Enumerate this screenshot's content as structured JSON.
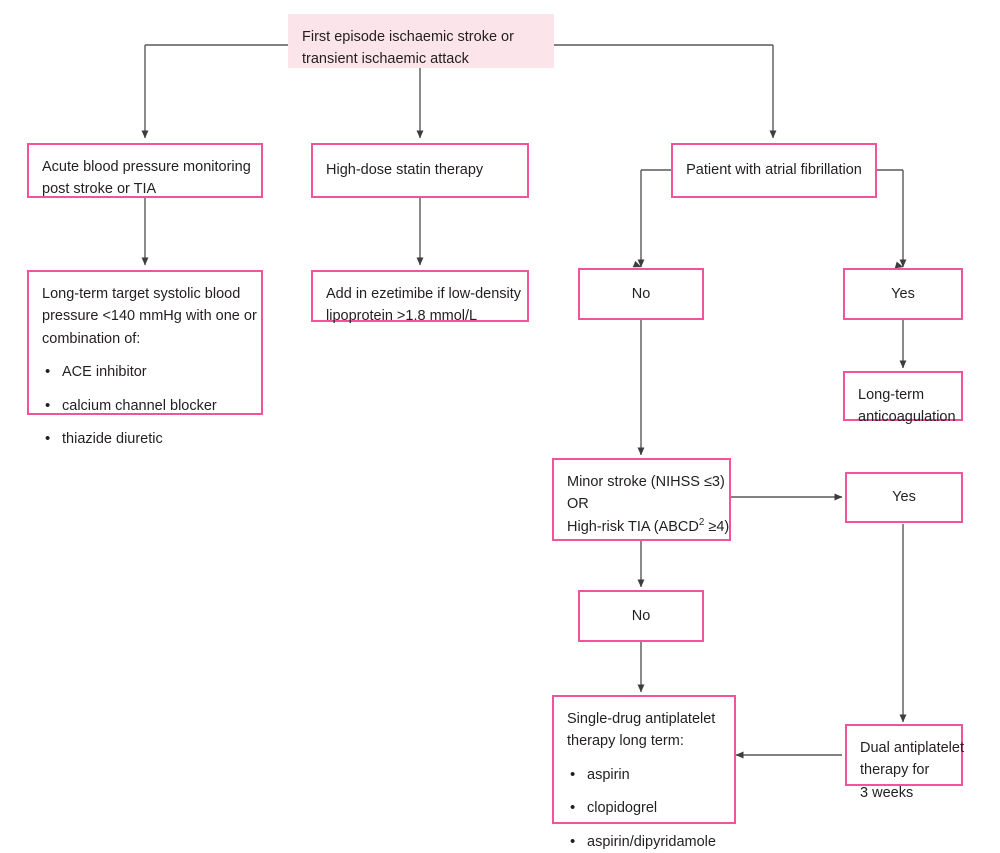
{
  "diagram": {
    "title": "Secondary prevention after first ischaemic stroke or TIA",
    "colors": {
      "box_border": "#f2539b",
      "root_fill": "#fbe4ea",
      "connector": "#58595b",
      "text": "#231f20"
    },
    "nodes": {
      "root": {
        "line1": "First episode ischaemic stroke or",
        "line2": "transient ischaemic attack"
      },
      "bp_monitoring": {
        "line1": "Acute blood pressure monitoring",
        "line2": "post stroke or TIA"
      },
      "bp_target": {
        "line1": "Long-term target systolic blood",
        "line2": "pressure <140 mmHg with one or",
        "line3": "combination of:",
        "bullets": [
          "ACE inhibitor",
          "calcium channel blocker",
          "thiazide diuretic"
        ]
      },
      "statin": {
        "line1": "High-dose statin therapy"
      },
      "ezetimibe": {
        "line1": "Add in ezetimibe if low-density",
        "line2": "lipoprotein >1.8 mmol/L"
      },
      "atrial_fibrillation": {
        "line1": "Patient with atrial fibrillation"
      },
      "af_no": {
        "label": "No"
      },
      "af_yes": {
        "label": "Yes"
      },
      "anticoagulation": {
        "line1": "Long-term",
        "line2": "anticoagulation"
      },
      "minor_stroke": {
        "line1": "Minor stroke (NIHSS ≤3)",
        "line2": "OR",
        "line3_pre": "High-risk TIA (ABCD",
        "line3_sup": "2",
        "line3_post": " ≥4)"
      },
      "minor_yes": {
        "label": "Yes"
      },
      "minor_no": {
        "label": "No"
      },
      "dual_antiplatelet": {
        "line1": "Dual antiplatelet",
        "line2": "therapy for",
        "line3": "3 weeks"
      },
      "single_antiplatelet": {
        "line1": "Single-drug antiplatelet",
        "line2": "therapy long term:",
        "bullets": [
          "aspirin",
          "clopidogrel",
          "aspirin/dipyridamole"
        ]
      }
    }
  }
}
